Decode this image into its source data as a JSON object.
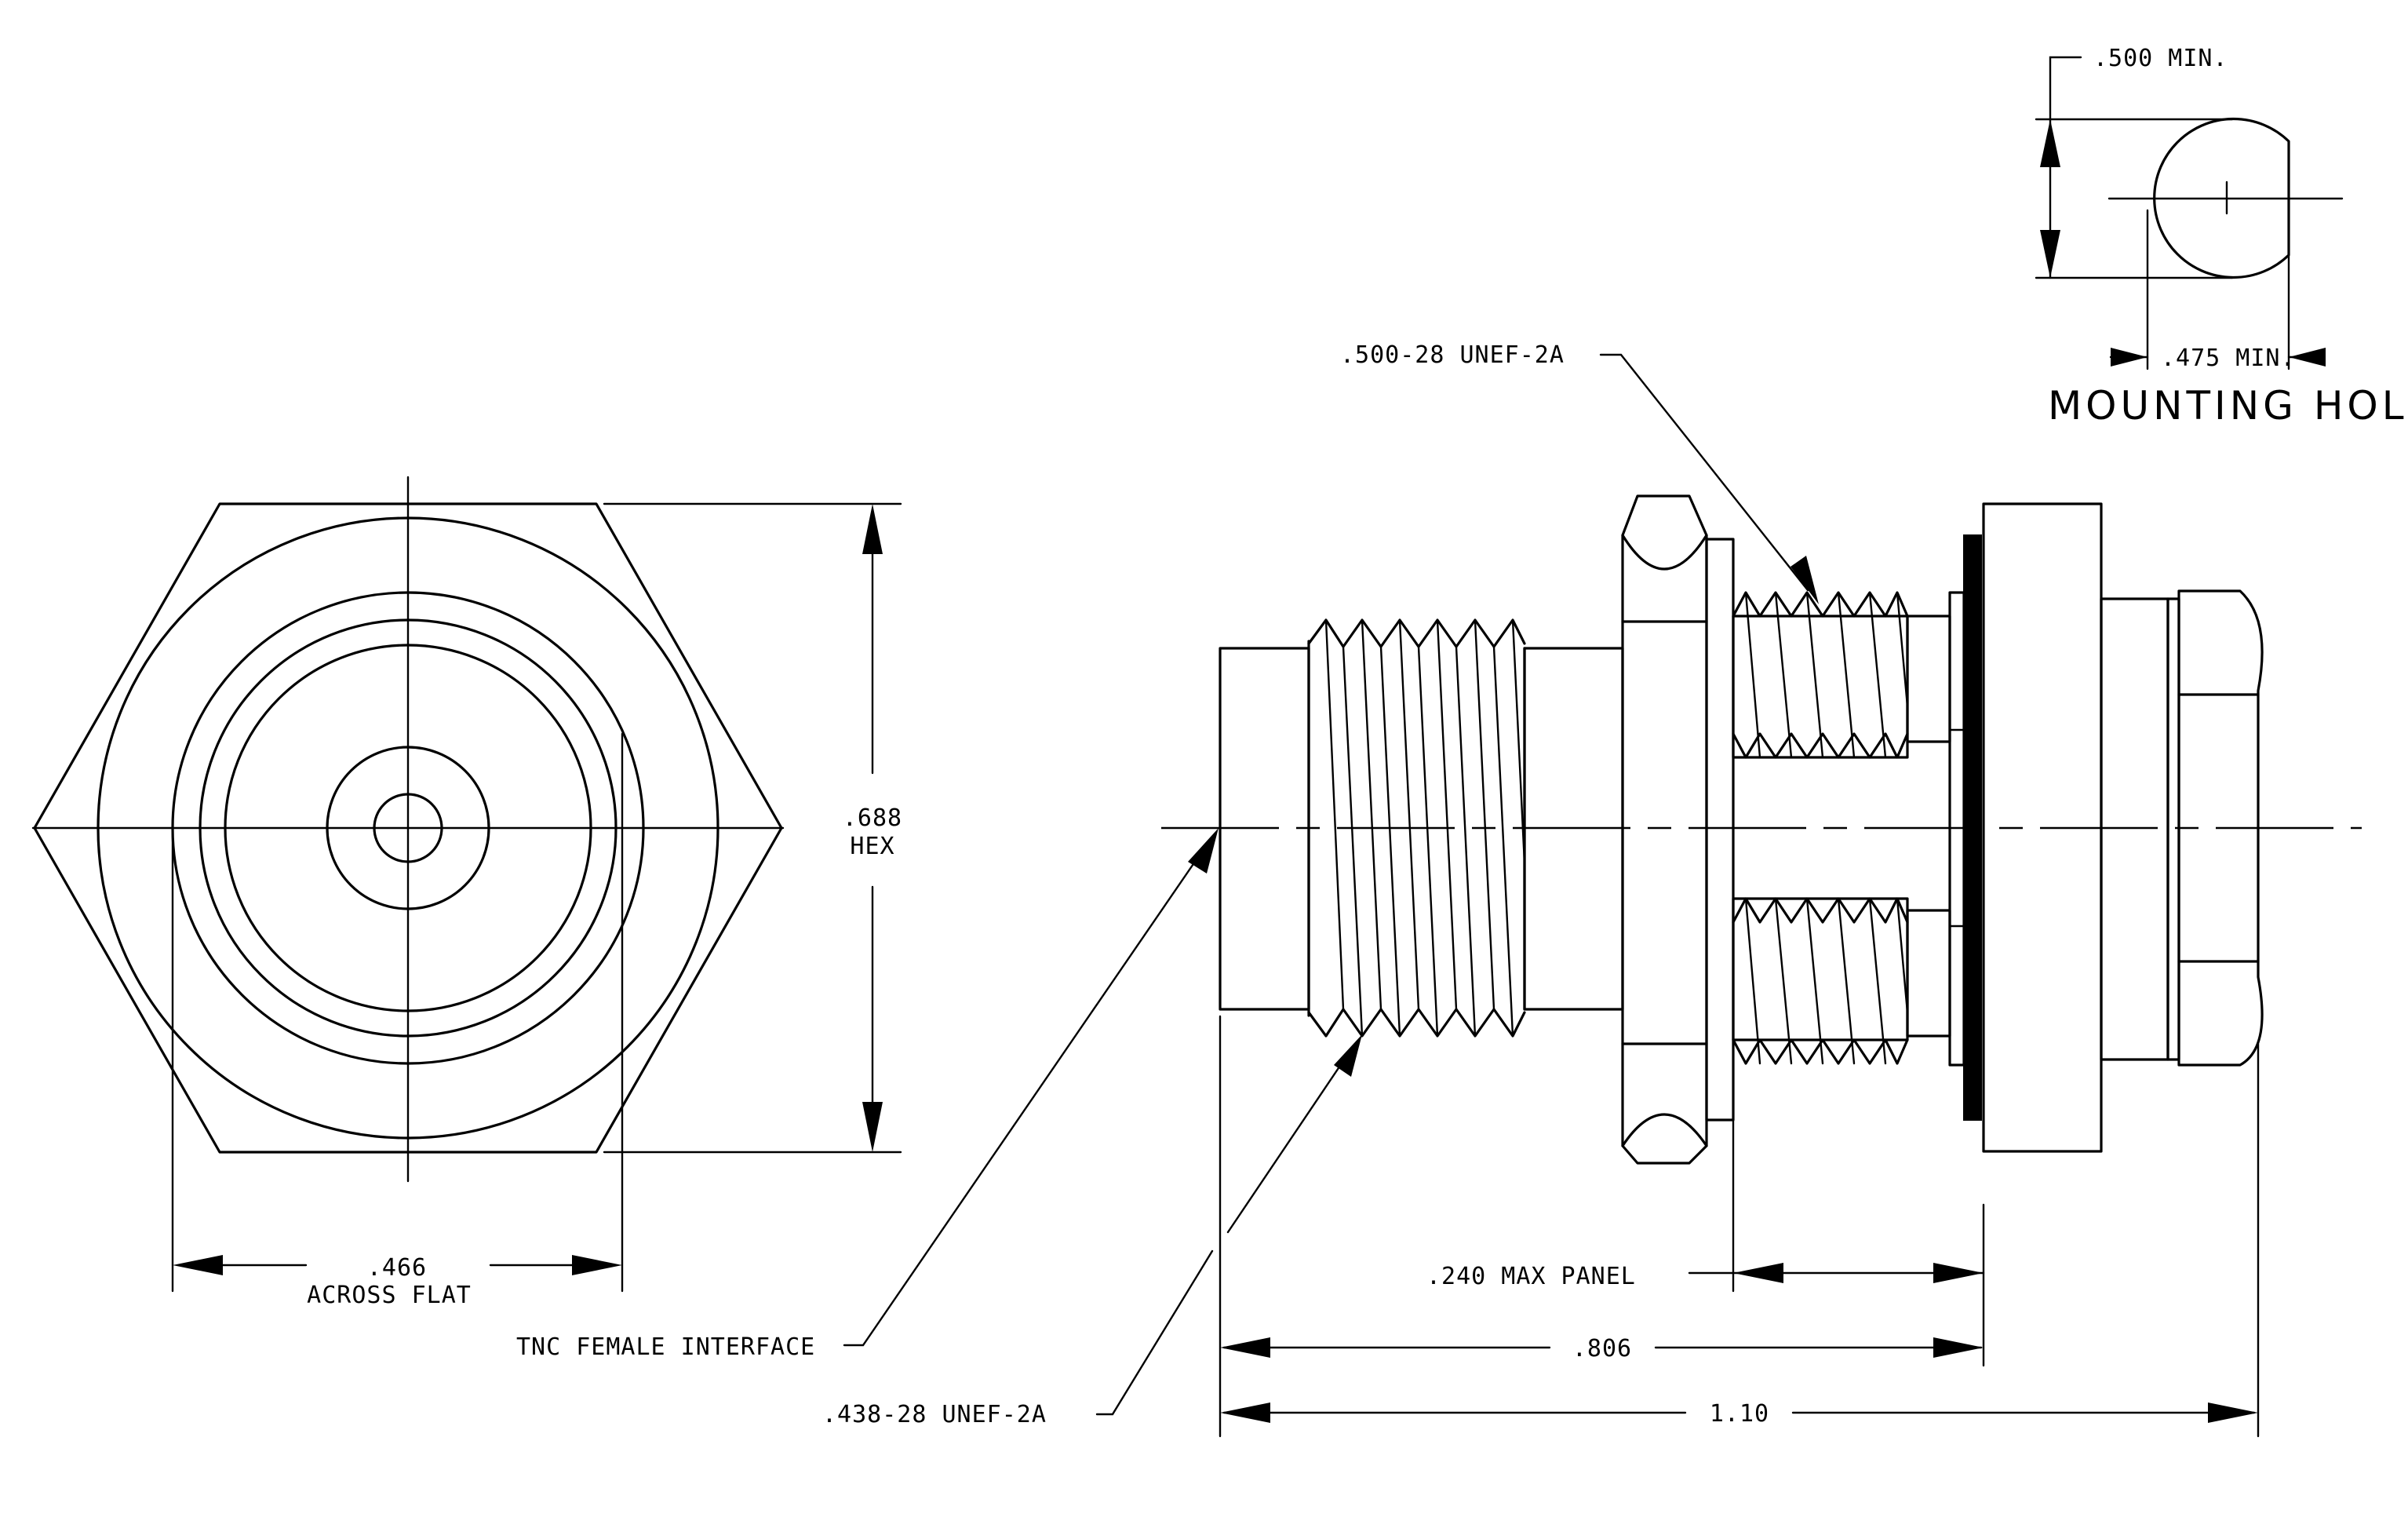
{
  "dimensions": {
    "hex_value": ".688",
    "hex_label": "HEX",
    "flat_value": ".466",
    "flat_label": "ACROSS FLAT",
    "panel_label": ".240 MAX PANEL",
    "length_806": ".806",
    "length_110": "1.10",
    "mount_height": ".500 MIN.",
    "mount_width": ".475 MIN."
  },
  "callouts": {
    "thread_rear": ".500-28 UNEF-2A",
    "thread_front": ".438-28 UNEF-2A",
    "interface": "TNC FEMALE INTERFACE"
  },
  "mounting_hole": {
    "title": "MOUNTING HOLE"
  }
}
